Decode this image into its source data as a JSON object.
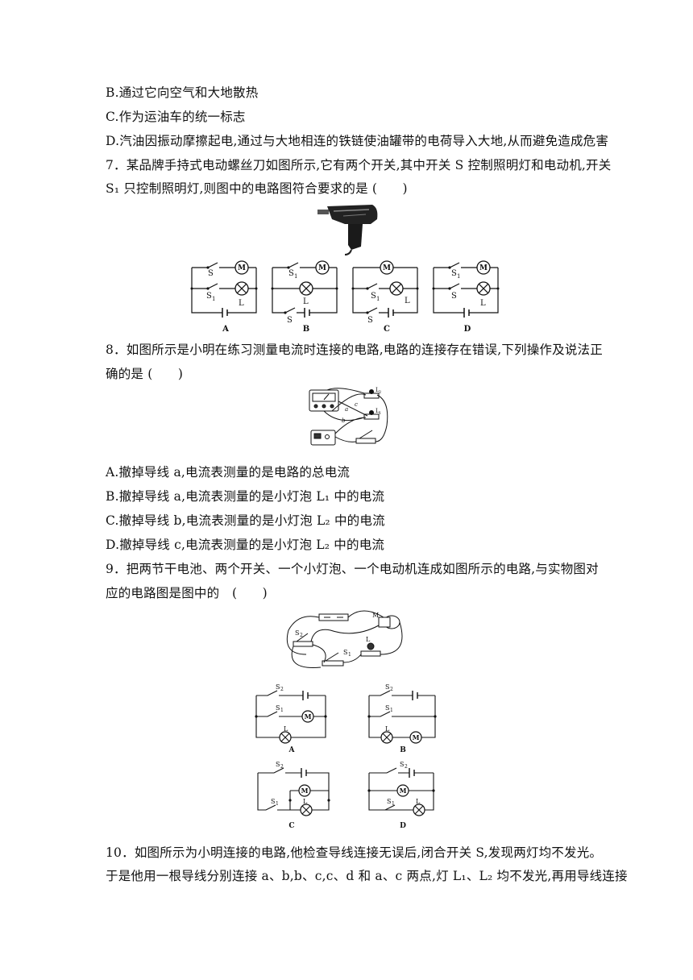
{
  "lines": {
    "l1": "B.通过它向空气和大地散热",
    "l2": "C.作为运油车的统一标志",
    "l3": "D.汽油因振动摩擦起电,通过与大地相连的铁链使油罐带的电荷导入大地,从而避免造成危害",
    "q7a": "7．某品牌手持式电动螺丝刀如图所示,它有两个开关,其中开关 S 控制照明灯和电动机,开关",
    "q7b": "S₁ 只控制照明灯,则图中的电路图符合要求的是 (　　)",
    "q8a": "8．如图所示是小明在练习测量电流时连接的电路,电路的连接存在错误,下列操作及说法正",
    "q8b": "确的是 (　　)",
    "q8A": "A.撤掉导线 a,电流表测量的是电路的总电流",
    "q8B": "B.撤掉导线 a,电流表测量的是小灯泡 L₁ 中的电流",
    "q8C": "C.撤掉导线 b,电流表测量的是小灯泡 L₂ 中的电流",
    "q8D": "D.撤掉导线 c,电流表测量的是小灯泡 L₂ 中的电流",
    "q9a": "9．把两节干电池、两个开关、一个小灯泡、一个电动机连成如图所示的电路,与实物图对",
    "q9b": "应的电路图是图中的　(　　)",
    "q10a": "10．如图所示为小明连接的电路,他检查导线连接无误后,闭合开关 S,发现两灯均不发光。",
    "q10b": "于是他用一根导线分别连接 a、b,b、c,c、d 和 a、c 两点,灯 L₁、L₂ 均不发光,再用导线连接"
  },
  "q7": {
    "captions": [
      "A",
      "B",
      "C",
      "D"
    ],
    "labels": {
      "S": "S",
      "S1": "S",
      "sub1": "1",
      "L": "L",
      "M": "M"
    }
  },
  "q8": {
    "wire_labels": [
      "a",
      "b",
      "c"
    ],
    "lamp_labels": [
      "L",
      "L"
    ],
    "lamp_subs": [
      "2",
      "1"
    ]
  },
  "q9": {
    "captions": [
      "A",
      "B",
      "C",
      "D"
    ],
    "labels": {
      "S": "S",
      "sub1": "1",
      "sub2": "2",
      "L": "L",
      "M": "M"
    }
  }
}
